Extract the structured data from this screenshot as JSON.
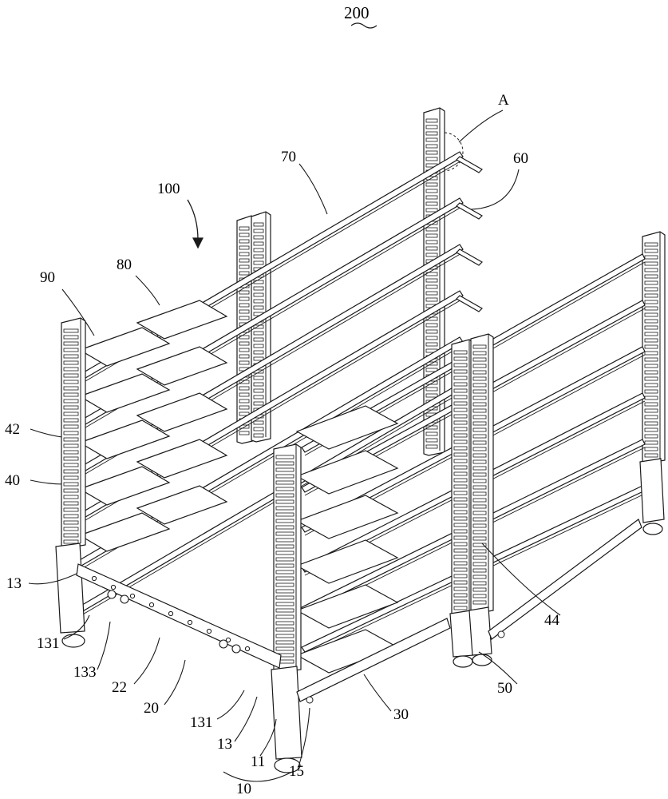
{
  "figure": {
    "title": "200",
    "labels": {
      "A": "A",
      "l70": "70",
      "l60": "60",
      "l100": "100",
      "l80": "80",
      "l90": "90",
      "l42": "42",
      "l40": "40",
      "l13a": "13",
      "l131a": "131",
      "l133": "133",
      "l22": "22",
      "l20": "20",
      "l131b": "131",
      "l13b": "13",
      "l11": "11",
      "l15": "15",
      "l10": "10",
      "l30": "30",
      "l50": "50",
      "l44": "44"
    }
  },
  "colors": {
    "ink": "#1a1a1a",
    "paper": "#ffffff",
    "shade": "#bdbdbd"
  }
}
